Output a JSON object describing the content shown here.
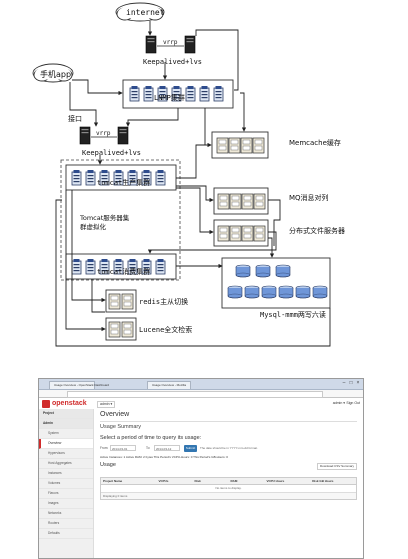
{
  "architecture": {
    "labels": {
      "internet": "internet",
      "mobile_app": "手机app",
      "api_port": "接口",
      "vrrp_top": "vrrp",
      "keepalived_top": "Keepalived+lvs",
      "vrrp_mid": "vrrp",
      "keepalived_mid": "Keepalived+lvs",
      "lnmp_cluster": "LNMP集群",
      "memcache": "Memcache缓存",
      "tomcat_producer": "tomcat生产集群",
      "tomcat_virtualization": "Tomcat服务器集群虚拟化",
      "mq": "MQ消息对列",
      "dfs": "分布式文件服务器",
      "tomcat_consumer": "tomcat消费集群",
      "redis": "redis主从切换",
      "lucene": "Lucene全文检索",
      "mysql": "Mysql-mmm两写六读"
    }
  },
  "screenshot": {
    "browser": {
      "tab_title": "Usage Overview - OpenStack Dashboard",
      "tab2_title": "Usage Overview - Mozilla",
      "minimize": "–",
      "maximize": "□",
      "close": "×"
    },
    "header": {
      "brand": "openstack",
      "project_selector": "admin ▾",
      "user": "admin ▾",
      "sign_out": "Sign Out"
    },
    "sidebar": {
      "project": "Project",
      "admin": "Admin",
      "system": "System",
      "items": [
        "Overview",
        "Hypervisors",
        "Host Aggregates",
        "Instances",
        "Volumes",
        "Flavors",
        "Images",
        "Networks",
        "Routers",
        "Defaults"
      ]
    },
    "main": {
      "title": "Overview",
      "usage_summary": "Usage Summary",
      "period_heading": "Select a period of time to query its usage:",
      "from_label": "From:",
      "from_value": "2014-03-01",
      "to_label": "To:",
      "to_value": "2014-03-12",
      "submit": "Submit",
      "date_note": "The date should be in YYYY-mm-dd format.",
      "summary": "Active Instances: 1 Active RAM: 2 bytes This Period's VCPU-Hours: 0 This Period's GB-Hours: 0",
      "usage_heading": "Usage",
      "csv_button": "Download CSV Summary",
      "columns": [
        "Project Name",
        "VCPUs",
        "Disk",
        "RAM",
        "VCPU Hours",
        "Disk GB Hours"
      ],
      "empty_message": "No items to display.",
      "footer": "Displaying 0 items"
    }
  }
}
